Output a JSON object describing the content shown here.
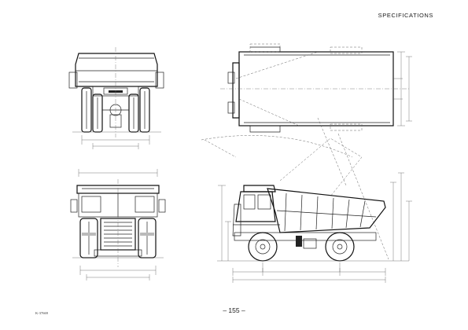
{
  "page": {
    "header": "SPECIFICATIONS",
    "page_number": "– 155 –",
    "doc_code": "K-37669"
  }
}
